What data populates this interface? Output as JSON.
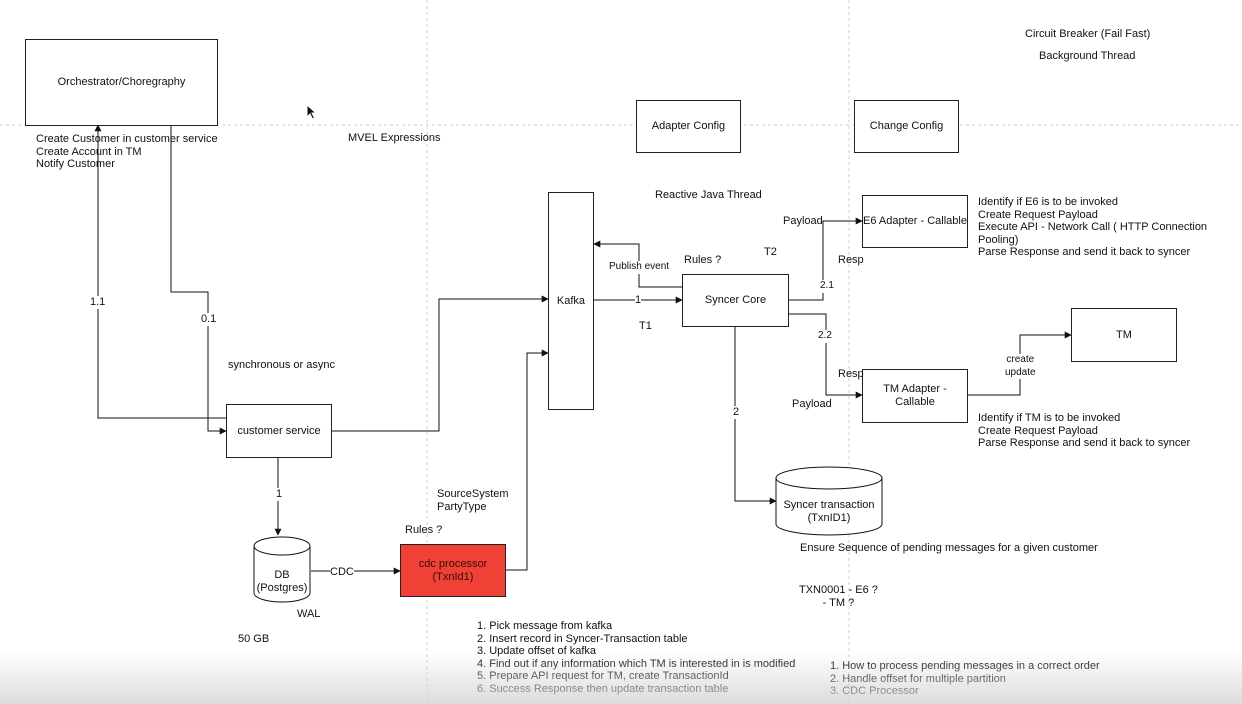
{
  "boxes": {
    "orchestrator": "Orchestrator/Choregraphy",
    "adapter_config": "Adapter Config",
    "change_config": "Change Config",
    "kafka": "Kafka",
    "syncer_core": "Syncer Core",
    "e6_adapter": "E6 Adapter - Callable",
    "tm": "TM",
    "tm_adapter": "TM Adapter - Callable",
    "customer_service": "customer service",
    "db": "DB\n(Postgres)",
    "cdc_processor": "cdc processor\n(TxnId1)",
    "syncer_transaction": "Syncer transaction\n(TxnID1)"
  },
  "notes": {
    "circuit_breaker": "Circuit Breaker (Fail Fast)",
    "background_thread": "Background Thread",
    "orchestrator_steps": "Create Customer in customer service\nCreate Account in TM\nNotify Customer",
    "mvel": "MVEL Expressions",
    "reactive": "Reactive Java Thread",
    "e6_steps": "Identify if E6 is to be invoked\nCreate Request Payload\nExecute API - Network Call ( HTTP Connection Pooling)\nParse Response and send it back to syncer",
    "tm_steps": "Identify if TM is to be invoked\nCreate Request Payload\nParse Response and send it back to syncer",
    "sync_async": "synchronous or async",
    "source_system": "SourceSystem\nPartyType",
    "rules_top": "Rules ?",
    "rules_bottom": "Rules ?",
    "ensure_sequence": "Ensure Sequence of pending messages for a given customer",
    "txn": "TXN0001 - E6 ?\n- TM ?",
    "wal": "WAL",
    "size": "50 GB",
    "cdc_steps": "1. Pick message from kafka\n2. Insert record in Syncer-Transaction table\n3. Update offset of kafka\n4. Find out if any information which TM is interested in is modified\n5. Prepare API request for TM, create TransactionId\n6.  Success Response then update transaction table",
    "questions": "1. How to process pending messages in a correct order\n2. Handle offset for multiple partition\n3. CDC Processor"
  },
  "edge_labels": {
    "e_11": "1.1",
    "e_01": "0.1",
    "e_1": "1",
    "cdc": "CDC",
    "publish_event": "Publish event",
    "kafka_to_core": "1",
    "t1": "T1",
    "t2": "T2",
    "payload_e6": "Payload",
    "resp_e6": "Resp",
    "e_21": "2.1",
    "e_22": "2.2",
    "resp_tm": "Resp",
    "payload_tm": "Payload",
    "e_2": "2",
    "create_update": "create\nupdate"
  },
  "colors": {
    "cdc_processor_fill": "#ef4136",
    "line": "#111111",
    "grid": "#cfcfcf"
  }
}
